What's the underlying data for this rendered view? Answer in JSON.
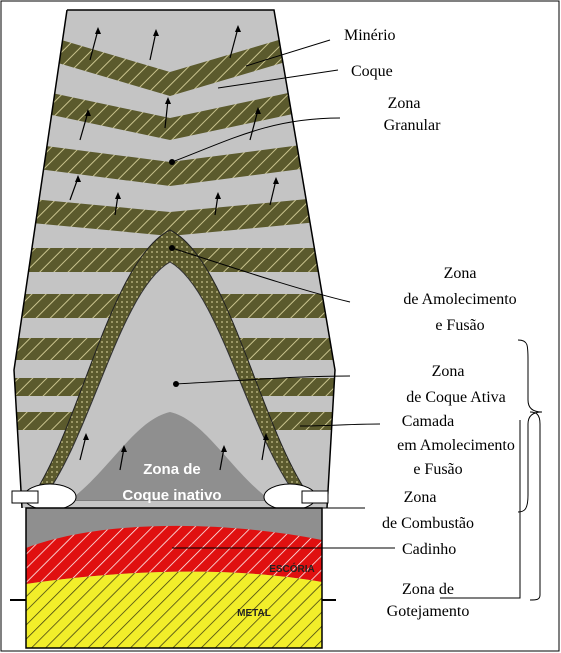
{
  "labels": {
    "minerio": "Minério",
    "coque": "Coque",
    "zona_granular_1": "Zona",
    "zona_granular_2": "Granular",
    "amolec_1": "Zona",
    "amolec_2": "de Amolecimento",
    "amolec_3": "e Fusão",
    "coque_ativa_1": "Zona",
    "coque_ativa_2": "de Coque Ativa",
    "camada_1": "Camada",
    "camada_2": "em Amolecimento",
    "camada_3": "e Fusão",
    "combustao_1": "Zona",
    "combustao_2": "de Combustão",
    "cadinho": "Cadinho",
    "gotejamento_1": "Zona de",
    "gotejamento_2": "Gotejamento",
    "inativo_1": "Zona de",
    "inativo_2": "Coque inativo",
    "escoria": "ESCÓRIA",
    "metal": "METAL"
  },
  "colors": {
    "ore": "#5b5a2d",
    "coke": "#c4c4c4",
    "inactive_coke": "#8f8f8f",
    "slag": "#e01010",
    "metal": "#f2ee2a",
    "frame": "#000000"
  }
}
